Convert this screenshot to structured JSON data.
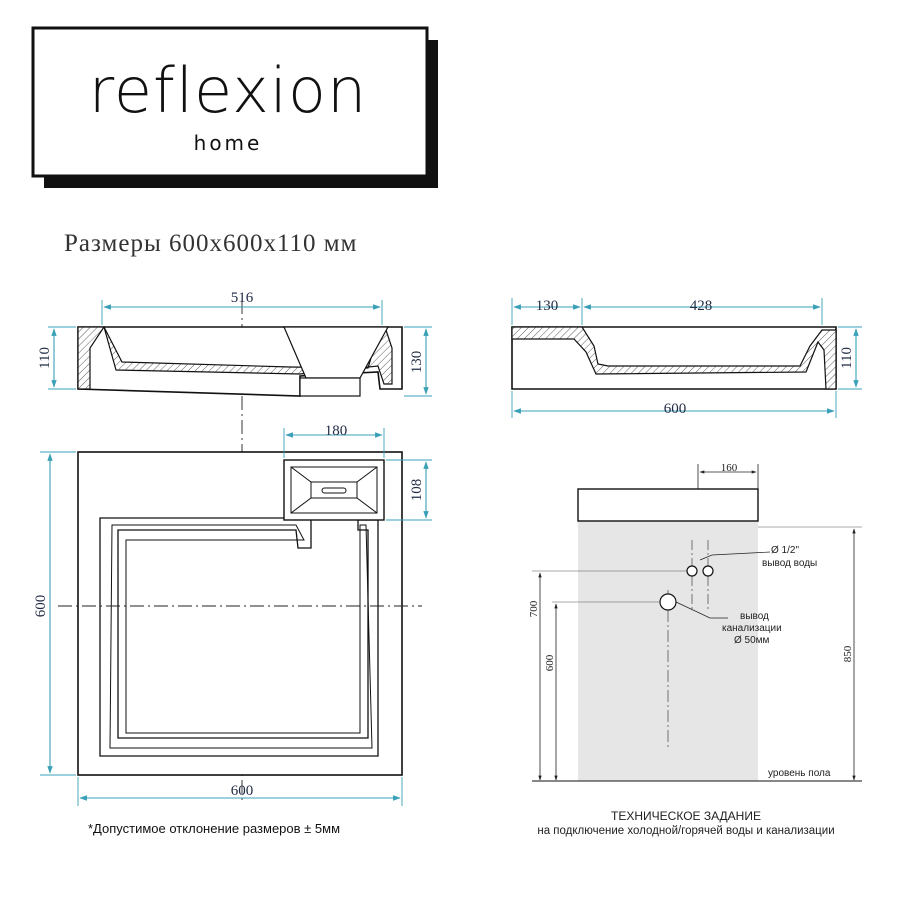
{
  "logo": {
    "main": "reflexion",
    "sub": "home"
  },
  "title": "Размеры 600х600х110 мм",
  "front_view": {
    "width_top": "516",
    "height_left": "110",
    "height_right": "130"
  },
  "side_view": {
    "offset": "130",
    "inner": "428",
    "total": "600",
    "height": "110"
  },
  "plan_view": {
    "overflow_width": "180",
    "overflow_height": "108",
    "width": "600",
    "height": "600"
  },
  "tech": {
    "offset": "160",
    "water_label_1": "Ø 1/2\"",
    "water_label_2": "вывод воды",
    "drain_label_1": "вывод",
    "drain_label_2": "канализации",
    "drain_label_3": "Ø 50мм",
    "h700": "700",
    "h600": "600",
    "h850": "850",
    "floor": "уровень пола",
    "caption_title": "ТЕХНИЧЕСКОЕ ЗАДАНИЕ",
    "caption_sub": "на подключение холодной/горячей воды и канализации"
  },
  "tolerance_note": "*Допустимое отклонение размеров ± 5мм",
  "colors": {
    "dimension": "#3aa0b8",
    "outline": "#111111",
    "wall_shade": "#e6e6e6"
  }
}
